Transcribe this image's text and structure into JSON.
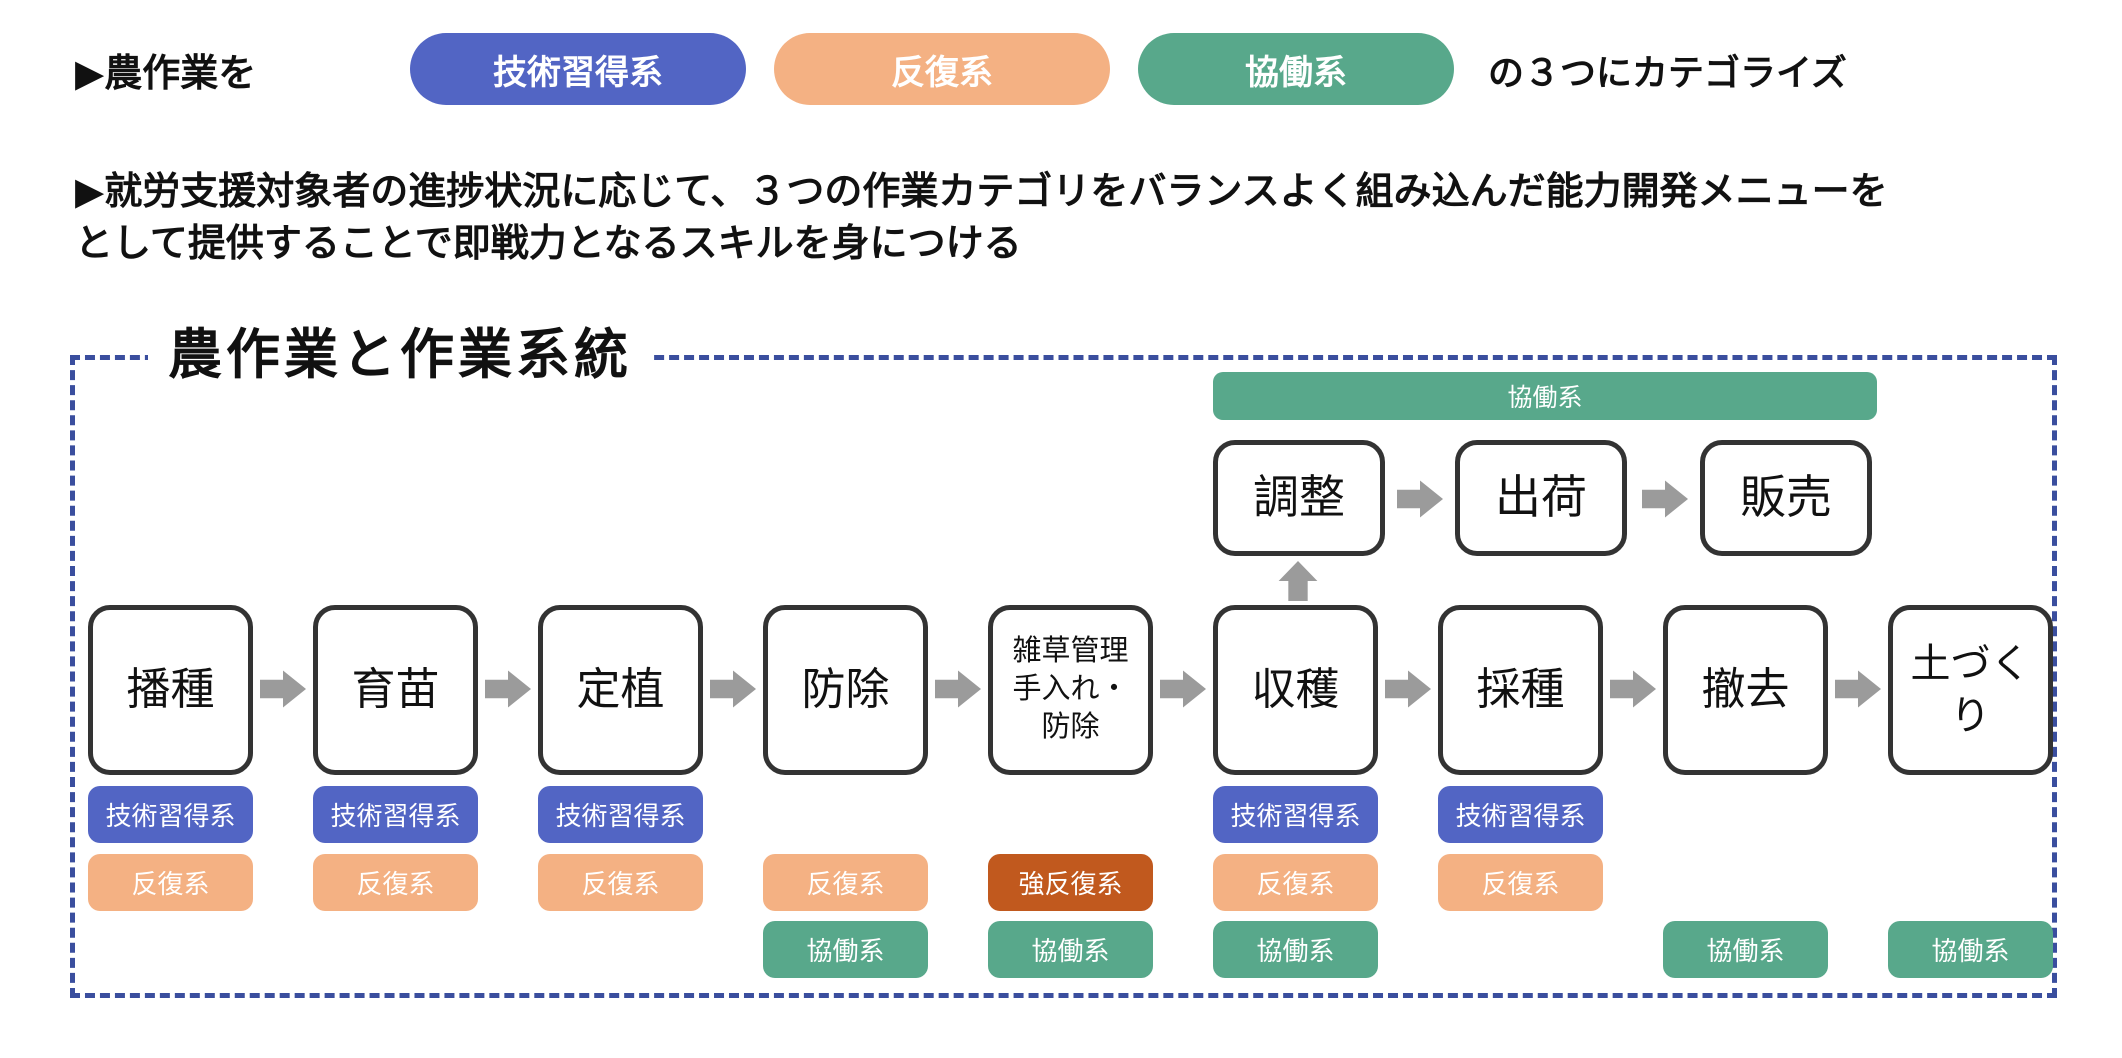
{
  "colors": {
    "tech": "#5265C4",
    "repeat": "#F4B183",
    "strong_repeat": "#C1591E",
    "collab": "#58A88B",
    "arrow": "#9B9B9B",
    "box_border": "#333333",
    "frame_border": "#3A4E9E",
    "text": "#111111"
  },
  "header": {
    "prefix": "▶農作業を",
    "category_pills": [
      {
        "id": "tech",
        "label": "技術習得系"
      },
      {
        "id": "repeat",
        "label": "反復系"
      },
      {
        "id": "collab",
        "label": "協働系"
      }
    ],
    "suffix": "の３つにカテゴライズ",
    "description": {
      "line1": "▶就労支援対象者の進捗状況に応じて、３つの作業カテゴリをバランスよく組み込んだ能力開発メニューを",
      "line2": "として提供することで即戦力となるスキルを身につける"
    }
  },
  "diagram": {
    "title": "農作業と作業系統",
    "shipping_flow": {
      "banner": "協働系",
      "stages": [
        {
          "label": "調整"
        },
        {
          "label": "出荷"
        },
        {
          "label": "販売"
        }
      ]
    },
    "field_flow": {
      "stages": [
        {
          "label": "播種",
          "tags": {
            "tech": "技術習得系",
            "repeat": "反復系"
          }
        },
        {
          "label": "育苗",
          "tags": {
            "tech": "技術習得系",
            "repeat": "反復系"
          }
        },
        {
          "label": "定植",
          "tags": {
            "tech": "技術習得系",
            "repeat": "反復系"
          }
        },
        {
          "label": "防除",
          "tags": {
            "repeat": "反復系",
            "collab": "協働系"
          }
        },
        {
          "label": "雑草管理\n手入れ・\n防除",
          "tags": {
            "strong_repeat": "強反復系",
            "collab": "協働系"
          }
        },
        {
          "label": "収穫",
          "tags": {
            "tech": "技術習得系",
            "repeat": "反復系",
            "collab": "協働系"
          }
        },
        {
          "label": "採種",
          "tags": {
            "tech": "技術習得系",
            "repeat": "反復系"
          }
        },
        {
          "label": "撤去",
          "tags": {
            "collab": "協働系"
          }
        },
        {
          "label": "土づくり",
          "tags": {
            "collab": "協働系"
          }
        }
      ]
    }
  }
}
